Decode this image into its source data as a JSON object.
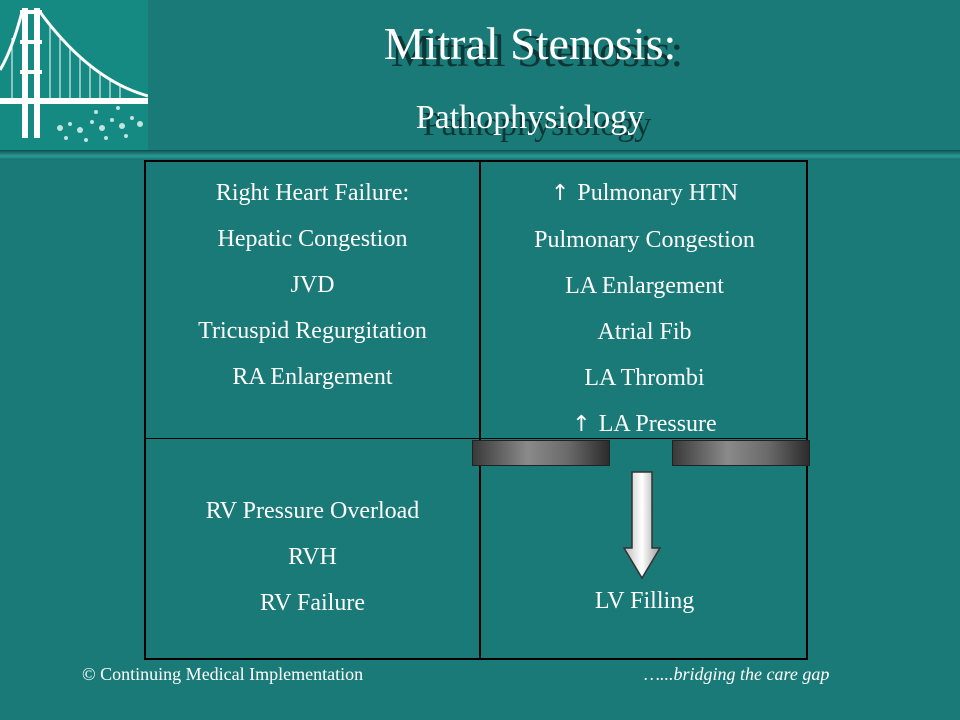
{
  "title": {
    "line1": "Mitral Stenosis:",
    "line2": "Pathophysiology"
  },
  "grid": {
    "top_left": [
      "Right Heart Failure:",
      "Hepatic Congestion",
      "JVD",
      "Tricuspid Regurgitation",
      "RA Enlargement"
    ],
    "top_right": [
      {
        "arrow": "↑",
        "text": "Pulmonary HTN"
      },
      {
        "arrow": "",
        "text": "Pulmonary Congestion"
      },
      {
        "arrow": "",
        "text": "LA Enlargement"
      },
      {
        "arrow": "",
        "text": "Atrial Fib"
      },
      {
        "arrow": "",
        "text": "LA Thrombi"
      },
      {
        "arrow": "↑",
        "text": "LA Pressure"
      }
    ],
    "bottom_left": [
      "RV Pressure Overload",
      "RVH",
      "RV Failure"
    ],
    "bottom_right": [
      "LV Filling"
    ]
  },
  "footer": {
    "left": "© Continuing Medical Implementation",
    "right": "…...bridging the care gap"
  },
  "icons": {
    "logo": "golden-gate-bridge-icon",
    "down_arrow": "down-arrow-icon"
  },
  "colors": {
    "background": "#1a7a78",
    "logo_background": "#148a82",
    "text": "#ffffff"
  }
}
